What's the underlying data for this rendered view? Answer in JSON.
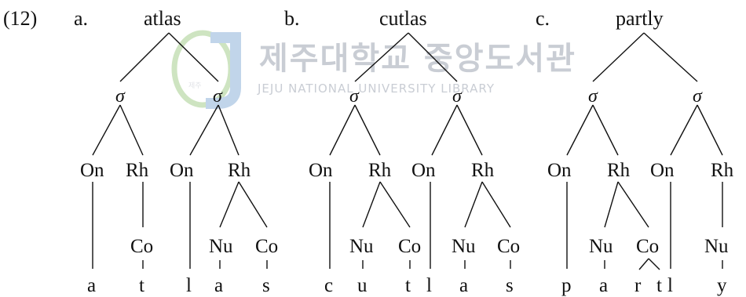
{
  "example_number": "(12)",
  "watermark": {
    "title": "제주대학교 중앙도서관",
    "subtitle": "JEJU NATIONAL UNIVERSITY LIBRARY",
    "logo_icon": "university-seal",
    "colors": {
      "text": "#c9cdd4",
      "seal_blue": "#8fb3d9",
      "seal_green": "#a7cf8f"
    }
  },
  "panels": [
    {
      "letter": "a.",
      "word": "atlas",
      "syllables": [
        {
          "label": "σ",
          "nodes": [
            {
              "label": "On",
              "children": [],
              "segment": "a"
            },
            {
              "label": "Rh",
              "children": [
                {
                  "label": "Co",
                  "segment": "t"
                }
              ]
            }
          ]
        },
        {
          "label": "σ",
          "nodes": [
            {
              "label": "On",
              "children": [],
              "segment": "l"
            },
            {
              "label": "Rh",
              "children": [
                {
                  "label": "Nu",
                  "segment": "a"
                },
                {
                  "label": "Co",
                  "segment": "s"
                }
              ]
            }
          ]
        }
      ]
    },
    {
      "letter": "b.",
      "word": "cutlas",
      "syllables": [
        {
          "label": "σ",
          "nodes": [
            {
              "label": "On",
              "children": [],
              "segment": "c"
            },
            {
              "label": "Rh",
              "children": [
                {
                  "label": "Nu",
                  "segment": "u"
                },
                {
                  "label": "Co",
                  "segment": "t"
                }
              ]
            }
          ]
        },
        {
          "label": "σ",
          "nodes": [
            {
              "label": "On",
              "children": [],
              "segment": "l"
            },
            {
              "label": "Rh",
              "children": [
                {
                  "label": "Nu",
                  "segment": "a"
                },
                {
                  "label": "Co",
                  "segment": "s"
                }
              ]
            }
          ]
        }
      ]
    },
    {
      "letter": "c.",
      "word": "partly",
      "syllables": [
        {
          "label": "σ",
          "nodes": [
            {
              "label": "On",
              "children": [],
              "segment": "p"
            },
            {
              "label": "Rh",
              "children": [
                {
                  "label": "Nu",
                  "segment": "a"
                },
                {
                  "label": "Co",
                  "segments": [
                    "r",
                    "t"
                  ]
                }
              ]
            }
          ]
        },
        {
          "label": "σ",
          "nodes": [
            {
              "label": "On",
              "children": [],
              "segment": "l"
            },
            {
              "label": "Rh",
              "children": [
                {
                  "label": "Nu",
                  "segment": "y"
                }
              ]
            }
          ]
        }
      ]
    }
  ]
}
